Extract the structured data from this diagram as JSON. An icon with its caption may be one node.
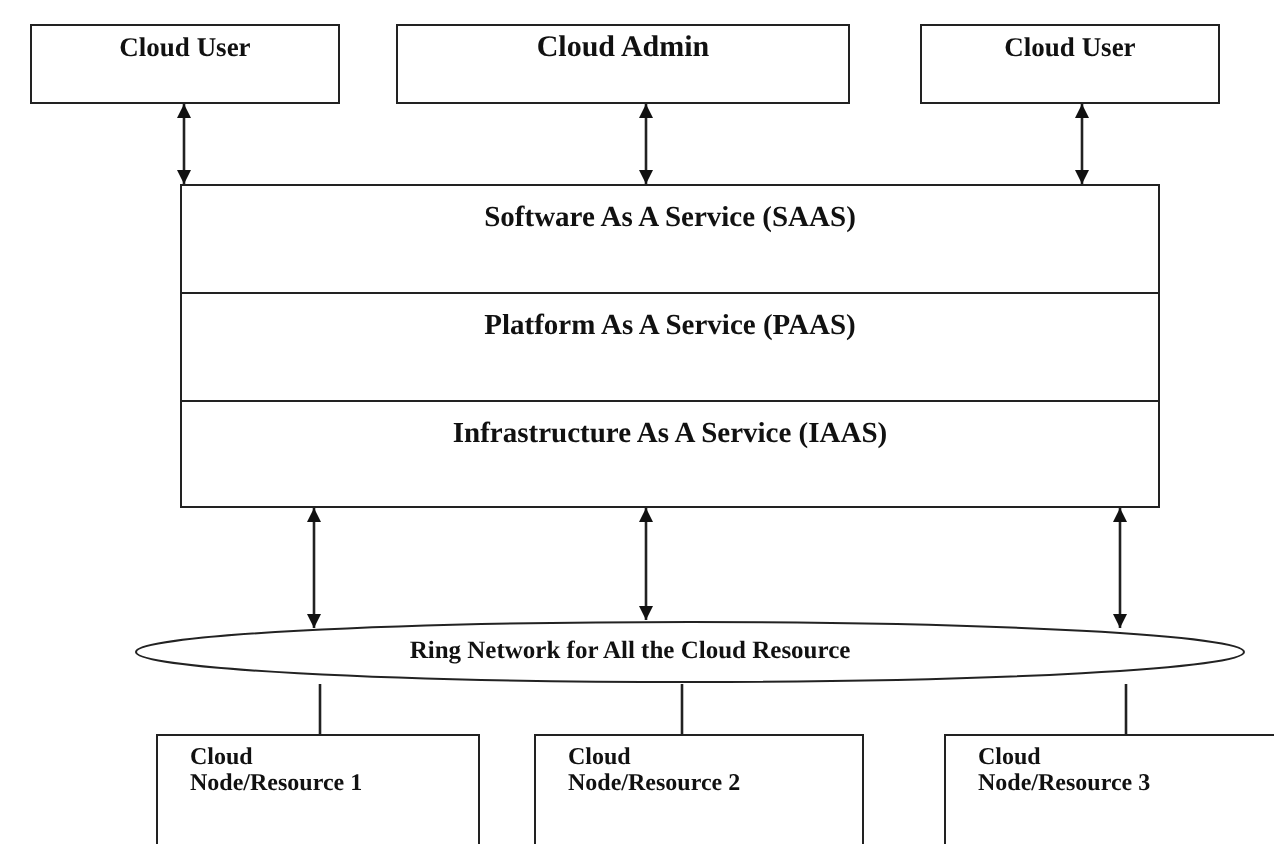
{
  "diagram": {
    "nodes": [
      {
        "text": [
          "Cloud User"
        ]
      },
      {
        "text": [
          "Cloud Admin"
        ]
      },
      {
        "text": [
          "Cloud User"
        ]
      },
      {
        "text": [],
        "shape": "box"
      },
      {
        "text": [
          "Software As A Service (SAAS)"
        ],
        "in": 3
      },
      {
        "text": [
          "Platform As A Service (PAAS)"
        ],
        "in": 3
      },
      {
        "text": [
          "Infrastructure As A Service (IAAS)"
        ],
        "in": 3
      },
      {
        "text": [
          "Ring Network for All the Cloud Resource"
        ]
      },
      {
        "text": [
          "Cloud Node/Resource 1"
        ]
      },
      {
        "text": [
          "Cloud Node/Resource 2"
        ]
      },
      {
        "text": [
          "Cloud Node/Resource 3"
        ]
      }
    ],
    "edges": [
      {
        "from": 0,
        "to": 3,
        "arrow": "both"
      },
      {
        "from": 1,
        "to": 3,
        "arrow": "both"
      },
      {
        "from": 2,
        "to": 3,
        "arrow": "both"
      },
      {
        "from": 3,
        "to": 7,
        "arrow": "both"
      },
      {
        "from": 3,
        "to": 7,
        "arrow": "both"
      },
      {
        "from": 3,
        "to": 7,
        "arrow": "both"
      },
      {
        "from": 7,
        "to": 8,
        "arrow": "none"
      },
      {
        "from": 7,
        "to": 9,
        "arrow": "none"
      },
      {
        "from": 7,
        "to": 10,
        "arrow": "none"
      }
    ]
  }
}
